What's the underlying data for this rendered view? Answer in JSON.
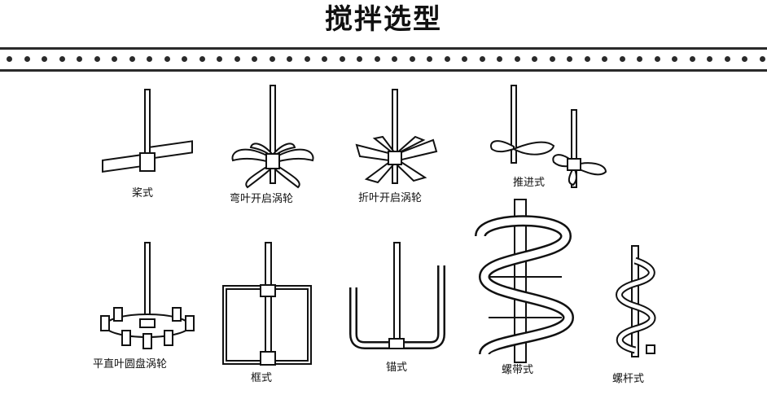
{
  "page": {
    "title": "搅拌选型"
  },
  "agitators": [
    {
      "id": "paddle",
      "label": "桨式"
    },
    {
      "id": "curved-blade-turbine",
      "label": "弯叶开启涡轮"
    },
    {
      "id": "pitched-blade-turbine",
      "label": "折叶开启涡轮"
    },
    {
      "id": "propeller",
      "label": "推进式"
    },
    {
      "id": "flat-blade-disc-turbine",
      "label": "平直叶圆盘涡轮"
    },
    {
      "id": "frame",
      "label": "框式"
    },
    {
      "id": "anchor",
      "label": "锚式"
    },
    {
      "id": "helical-ribbon",
      "label": "螺带式"
    },
    {
      "id": "helical-screw",
      "label": "螺杆式"
    }
  ]
}
